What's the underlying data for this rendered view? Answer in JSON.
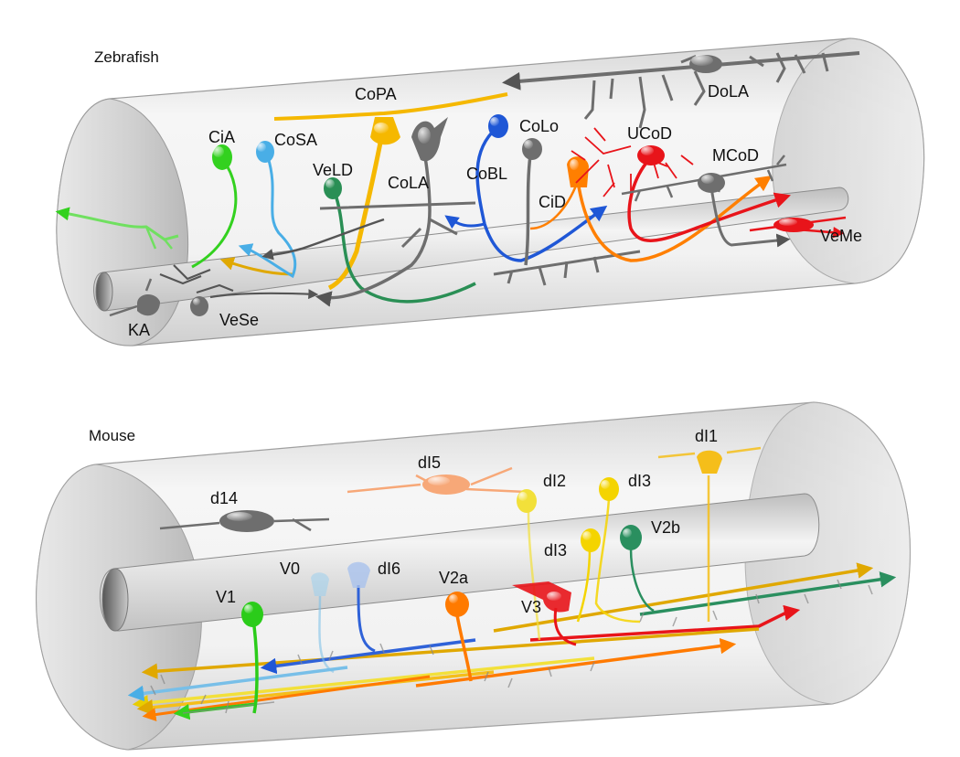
{
  "zebrafish": {
    "title": "Zebrafish",
    "labels": {
      "CoPA": "CoPA",
      "DoLA": "DoLA",
      "CiA": "CiA",
      "CoSA": "CoSA",
      "VeLD": "VeLD",
      "CoLA": "CoLA",
      "CoBL": "CoBL",
      "CoLo": "CoLo",
      "UCoD": "UCoD",
      "CiD": "CiD",
      "MCoD": "MCoD",
      "VeMe": "VeMe",
      "KA": "KA",
      "VeSe": "VeSe"
    },
    "colors": {
      "CoPA": "#f5b800",
      "CiA": "#33d11f",
      "CoSA": "#49aee6",
      "VeLD": "#2a8f55",
      "CoBL": "#1f57d6",
      "CiD": "#ff7f00",
      "UCoD": "#e8141a",
      "VeMe": "#e8141a",
      "gray": "#6e6e6e"
    }
  },
  "mouse": {
    "title": "Mouse",
    "labels": {
      "dI5": "dI5",
      "dI1": "dI1",
      "d14": "d14",
      "dI2": "dI2",
      "dI3a": "dI3",
      "dI3b": "dI3",
      "V2b": "V2b",
      "V0": "V0",
      "dI6": "dI6",
      "V1": "V1",
      "V2a": "V2a",
      "V3": "V3"
    },
    "colors": {
      "V1": "#2bcc1a",
      "V0": "#78bfe8",
      "dI6": "#2f62d8",
      "V2a": "#ff7a00",
      "V3": "#e81a1a",
      "dI2": "#f2e03a",
      "dI3": "#f4d400",
      "dI1": "#f5be1a",
      "V2b": "#2a8f5f",
      "dI5": "#f7a878",
      "d14": "#6e6e6e"
    }
  }
}
